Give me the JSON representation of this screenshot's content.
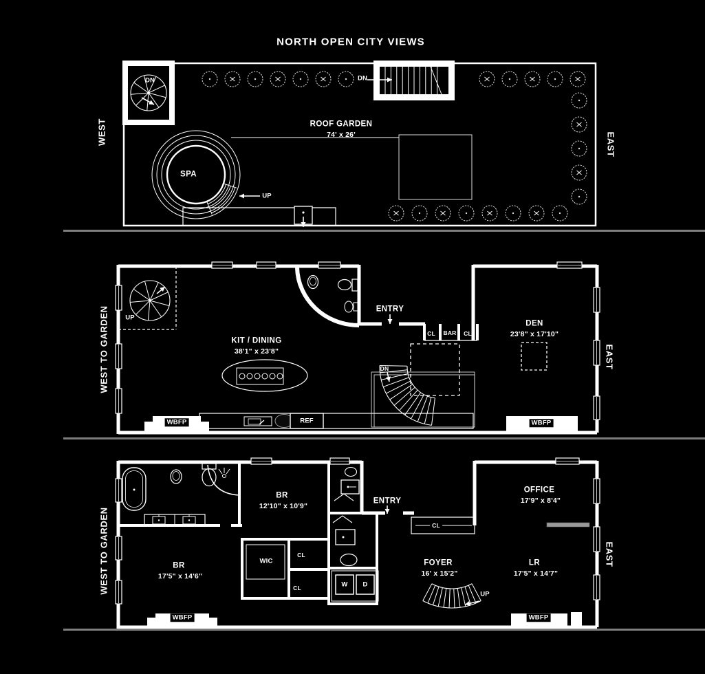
{
  "title": "NORTH OPEN CITY VIEWS",
  "colors": {
    "background": "#000000",
    "line": "#ffffff",
    "accent_gray": "#888888"
  },
  "roof": {
    "west": "WEST",
    "east": "EAST",
    "name": "ROOF GARDEN",
    "dims": "74' x 26'",
    "spa": "SPA",
    "up": "UP",
    "dn_spiral": "DN",
    "dn_stair": "DN"
  },
  "main": {
    "west": "WEST TO GARDEN",
    "east": "EAST",
    "up": "UP",
    "entry": "ENTRY",
    "kitchen": "KIT / DINING",
    "kitchen_dims": "38'1\" x 23'8\"",
    "den": "DEN",
    "den_dims": "23'8\" x 17'10\"",
    "closet_left": "CL",
    "bar": "BAR",
    "closet_right": "CL",
    "stair_dn": "DN",
    "fridge": "REF",
    "wbfp_left": "WBFP",
    "wbfp_right": "WBFP"
  },
  "lower": {
    "west": "WEST TO GARDEN",
    "east": "EAST",
    "entry": "ENTRY",
    "bedroom1": "BR",
    "bedroom1_dims": "12'10\" x 10'9\"",
    "bedroom2": "BR",
    "bedroom2_dims": "17'5\" x 14'6\"",
    "wic": "WIC",
    "closet_upper": "CL",
    "closet_lower": "CL",
    "closet_entry": "CL",
    "office": "OFFICE",
    "office_dims": "17'9\" x 8'4\"",
    "foyer": "FOYER",
    "foyer_dims": "16' x 15'2\"",
    "living": "LR",
    "living_dims": "17'5\" x 14'7\"",
    "washer": "W",
    "dryer": "D",
    "stair_up": "UP",
    "wbfp_left": "WBFP",
    "wbfp_right": "WBFP"
  }
}
